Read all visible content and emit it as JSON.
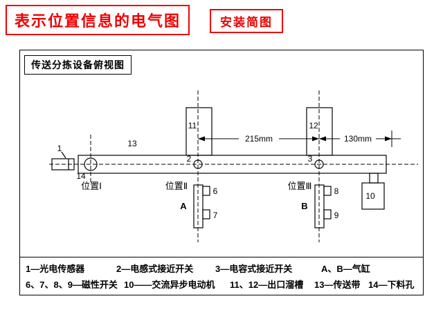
{
  "header": {
    "title": "表示位置信息的电气图",
    "subtitle": "安装简图"
  },
  "diagram": {
    "caption": "传送分拣设备俯视图",
    "dimensions": {
      "between_pos2_pos3": "215mm",
      "after_pos3": "130mm"
    },
    "part_labels": {
      "sensor1": "1",
      "switch2": "2",
      "switch3": "3",
      "switch6": "6",
      "switch7": "7",
      "switch8": "8",
      "switch9": "9",
      "motor10": "10",
      "chute11": "11",
      "chute12": "12",
      "belt13": "13",
      "hole14": "14",
      "cylinderA": "A",
      "cylinderB": "B"
    },
    "positions": {
      "pos1": "位置Ⅰ",
      "pos2": "位置Ⅱ",
      "pos3": "位置Ⅲ"
    }
  },
  "legend": {
    "row1": [
      "1—光电传感器",
      "2—电感式接近开关",
      "3—电容式接近开关",
      "A、B—气缸"
    ],
    "row2": [
      "6、7、8、9—磁性开关",
      "10——交流异步电动机",
      "11、12—出口溜槽",
      "13—传送带",
      "14—下料孔"
    ]
  },
  "colors": {
    "accent_red": "#ee0000",
    "line_black": "#000000",
    "background": "#ffffff"
  }
}
